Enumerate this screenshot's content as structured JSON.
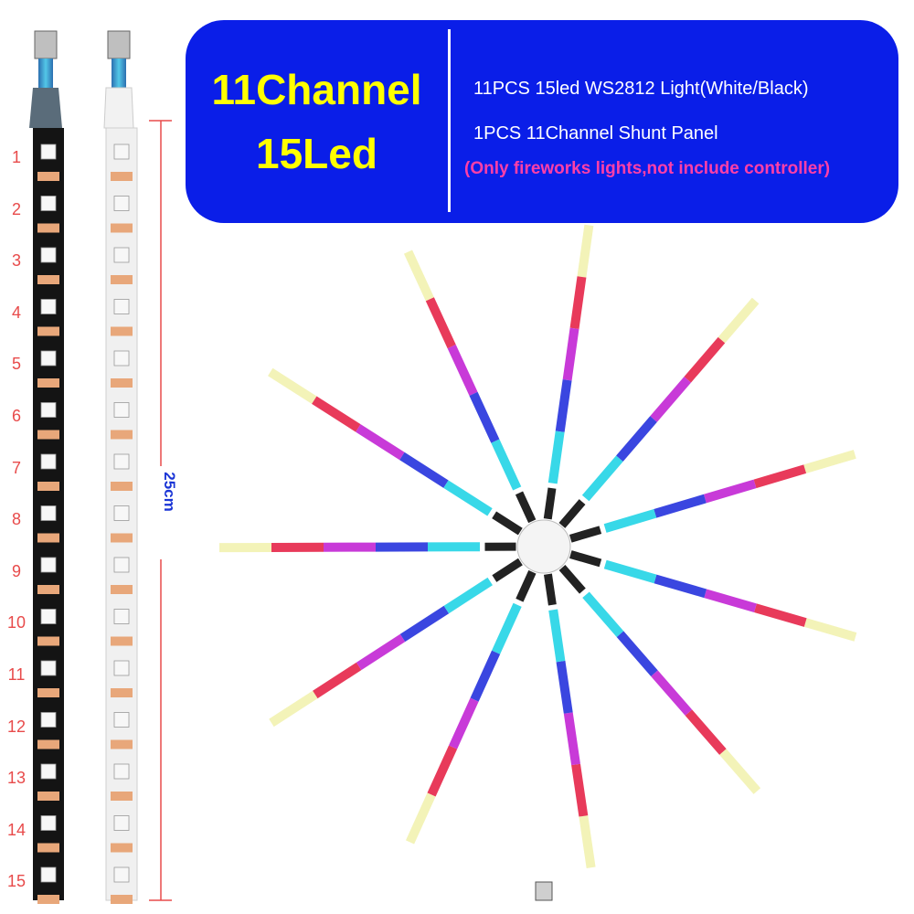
{
  "banner": {
    "title_line1": "11Channel",
    "title_line2": "15Led",
    "spec_line1": "11PCS 15led WS2812 Light(White/Black)",
    "spec_line2": "1PCS 11Channel Shunt Panel",
    "note": "(Only fireworks lights,not include controller)"
  },
  "strip": {
    "led_indices": [
      "1",
      "2",
      "3",
      "4",
      "5",
      "6",
      "7",
      "8",
      "9",
      "10",
      "11",
      "12",
      "13",
      "14",
      "15"
    ],
    "length_label": "25cm",
    "variants": [
      "Black",
      "White"
    ]
  },
  "fireworks": {
    "arm_count": 11,
    "arm_colors": [
      "#f3f3b8",
      "#e83a5a",
      "#c83ad8",
      "#3a46e0",
      "#38d8e8"
    ],
    "panel_color": "#f4f4f4"
  },
  "colors": {
    "banner_bg": "#0a1ee8",
    "title": "#ffff00",
    "spec": "#ffffff",
    "note": "#ff3fa8",
    "index_numbers": "#e84b4b",
    "dimension": "#1a35d6"
  }
}
